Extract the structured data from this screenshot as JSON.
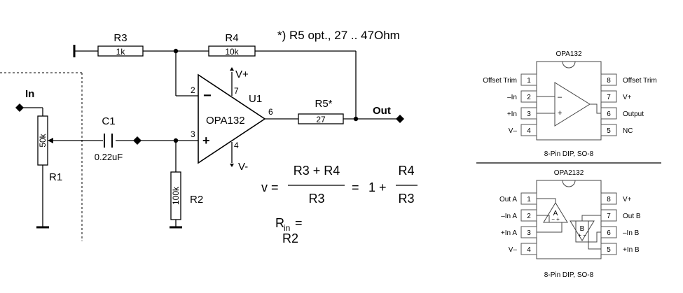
{
  "note": "*) R5 opt., 27 .. 47Ohm",
  "schematic": {
    "r3": {
      "name": "R3",
      "value": "1k"
    },
    "r4": {
      "name": "R4",
      "value": "10k"
    },
    "r5": {
      "name": "R5*",
      "value": "27"
    },
    "r1": {
      "name": "R1",
      "value": "50k"
    },
    "r2": {
      "name": "R2",
      "value": "100k"
    },
    "c1": {
      "name": "C1",
      "value": "0.22uF"
    },
    "opamp": {
      "name": "U1",
      "part": "OPA132",
      "minus": "−",
      "plus": "+"
    },
    "pins": {
      "p2": "2",
      "p3": "3",
      "p6": "6",
      "p7": "7",
      "p4": "4"
    },
    "supply": {
      "pos": "V+",
      "neg": "V-"
    },
    "in_label": "In",
    "out_label": "Out"
  },
  "formula": {
    "v": "v =",
    "num1": "R3 + R4",
    "den1": "R3",
    "eq": "=",
    "one_plus": "1 +",
    "num2": "R4",
    "den2": "R3",
    "rin_r": "R",
    "rin_sub": "in",
    "rin_eq": "=",
    "rin_val": "R2"
  },
  "pinout1": {
    "title": "OPA132",
    "left": [
      {
        "label": "Offset Trim",
        "num": "1"
      },
      {
        "label": "–In",
        "num": "2"
      },
      {
        "label": "+In",
        "num": "3"
      },
      {
        "label": "V–",
        "num": "4"
      }
    ],
    "right": [
      {
        "label": "Offset Trim",
        "num": "8"
      },
      {
        "label": "V+",
        "num": "7"
      },
      {
        "label": "Output",
        "num": "6"
      },
      {
        "label": "NC",
        "num": "5"
      }
    ],
    "minus": "–",
    "plus": "+",
    "package": "8-Pin DIP, SO-8"
  },
  "pinout2": {
    "title": "OPA2132",
    "left": [
      {
        "label": "Out A",
        "num": "1"
      },
      {
        "label": "–In A",
        "num": "2"
      },
      {
        "label": "+In A",
        "num": "3"
      },
      {
        "label": "V–",
        "num": "4"
      }
    ],
    "right": [
      {
        "label": "V+",
        "num": "8"
      },
      {
        "label": "Out B",
        "num": "7"
      },
      {
        "label": "–In B",
        "num": "6"
      },
      {
        "label": "+In B",
        "num": "5"
      }
    ],
    "amp_a": "A",
    "amp_b": "B",
    "amp_a_signs": "− +",
    "amp_b_signs": "+ −",
    "package": "8-Pin DIP, SO-8"
  }
}
